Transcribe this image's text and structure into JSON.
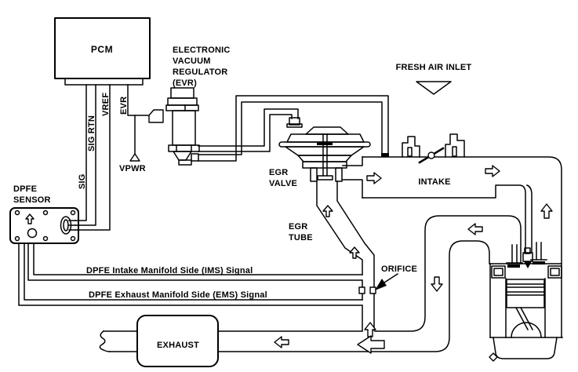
{
  "colors": {
    "line": "#000000",
    "background": "#ffffff",
    "text": "#000000"
  },
  "components": {
    "pcm": {
      "label": "PCM"
    },
    "evr": {
      "label_line1": "ELECTRONIC",
      "label_line2": "VACUUM",
      "label_line3": "REGULATOR",
      "label_line4": "(EVR)"
    },
    "wires": {
      "sig": "SIG",
      "sig_rtn": "SIG RTN",
      "vref": "VREF",
      "evr": "EVR",
      "vpwr": "VPWR"
    },
    "dpfe_sensor": {
      "label_line1": "DPFE",
      "label_line2": "SENSOR"
    },
    "egr_valve": {
      "label_line1": "EGR",
      "label_line2": "VALVE"
    },
    "egr_tube": {
      "label_line1": "EGR",
      "label_line2": "TUBE"
    },
    "fresh_air_inlet": {
      "label": "FRESH AIR INLET"
    },
    "intake": {
      "label": "INTAKE"
    },
    "orifice": {
      "label": "ORIFICE"
    },
    "exhaust": {
      "label": "EXHAUST"
    },
    "signals": {
      "ims": "DPFE Intake Manifold Side (IMS) Signal",
      "ems": "DPFE Exhaust Manifold Side (EMS) Signal"
    }
  }
}
